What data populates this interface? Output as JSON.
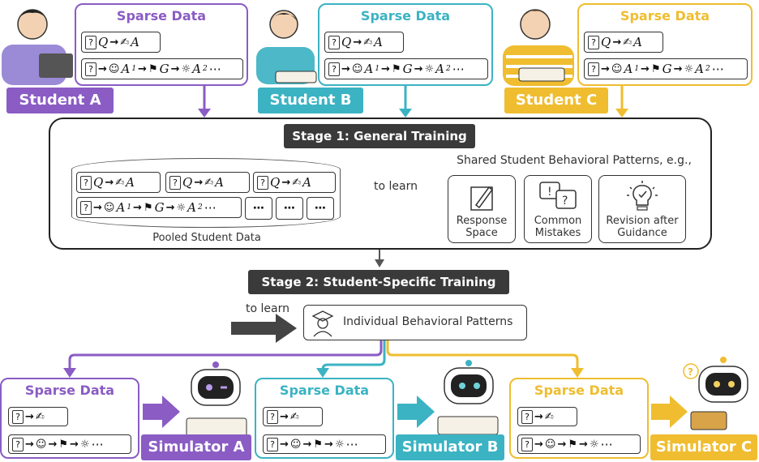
{
  "colors": {
    "purple": "#8a5cc4",
    "teal": "#3bb3c3",
    "yellow": "#efbd2f",
    "dark": "#3a3a3a"
  },
  "students": [
    {
      "label": "Student A",
      "sparse_title": "Sparse Data",
      "color": "purple"
    },
    {
      "label": "Student B",
      "sparse_title": "Sparse Data",
      "color": "teal"
    },
    {
      "label": "Student C",
      "sparse_title": "Sparse Data",
      "color": "yellow"
    }
  ],
  "formula": {
    "q": "Q",
    "a": "A",
    "a1": "A",
    "a1_sub": "1",
    "g": "G",
    "a2": "A",
    "a2_sub": "2",
    "ellipsis": "⋯"
  },
  "stage1": {
    "title": "Stage 1: General Training",
    "pool_caption": "Pooled Student Data",
    "to_learn": "to learn",
    "shared_title": "Shared Student Behavioral Patterns, e.g.,",
    "patterns": [
      {
        "label1": "Response",
        "label2": "Space",
        "icon": "pen-writing-icon"
      },
      {
        "label1": "Common",
        "label2": "Mistakes",
        "icon": "speech-bubbles-icon"
      },
      {
        "label1": "Revision after",
        "label2": "Guidance",
        "icon": "lightbulb-icon"
      }
    ],
    "ellipsis_boxes": [
      "⋯",
      "⋯",
      "⋯"
    ]
  },
  "stage2": {
    "title": "Stage 2: Student-Specific Training",
    "to_learn": "to learn",
    "individual": "Individual Behavioral Patterns"
  },
  "simulators": [
    {
      "sparse_title": "Sparse Data",
      "label": "Simulator A",
      "color": "purple"
    },
    {
      "sparse_title": "Sparse Data",
      "label": "Simulator B",
      "color": "teal"
    },
    {
      "sparse_title": "Sparse Data",
      "label": "Simulator C",
      "color": "yellow"
    }
  ]
}
